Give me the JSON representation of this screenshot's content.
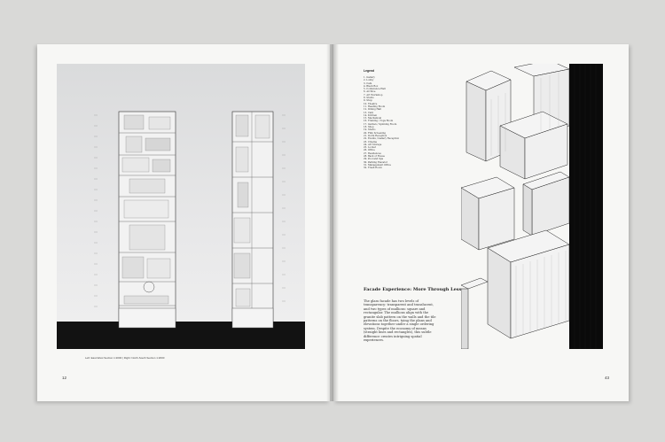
{
  "left_page": {
    "caption": "Left: East-West Section 1:2000 | Right: North-South Section 1:2000",
    "folio": "12"
  },
  "right_page": {
    "legend_title": "Legend",
    "legend_items": [
      "1. Gallery",
      "2. Lobby",
      "3. Café",
      "4. Black Box",
      "5. Conference Hall",
      "6. Archive",
      "7. Art Workshop",
      "8. Studio",
      "9. Shop",
      "10. Theatre",
      "11. Reading Room",
      "12. Dining Hall",
      "13. Café",
      "14. Kitchen",
      "15. Mechanical",
      "16. Training / Yoga Room",
      "17. Garden / Spinning Room",
      "18. Shop",
      "19. Studio",
      "20. Film Screening",
      "21. Dorm Reception",
      "22. Events / Gallery Reception",
      "23. Cinema",
      "24. Art Storage",
      "25. Locker",
      "26. Office",
      "27. Residences",
      "28. Back of House",
      "29. Pool and Spa",
      "30. Parking Elevator",
      "31. Management Office",
      "32. Trash Room"
    ],
    "essay_title": "Facade Experience: More Through Less",
    "essay_body": "The glass facade has two levels of transparency: transparent and translucent, and two types of mullions: square and rectangular. The mullions align with the granite slab pattern on the walls and the tile patterns on the floors, tying the plans and elevations together under a single ordering system. Despite the economy of means (straight lines and rectangles), this subtle difference creates intriguing spatial experiences.",
    "folio": "43"
  },
  "colors": {
    "background": "#d9d9d7",
    "paper": "#f7f7f5",
    "section_gray": "#dadbdc",
    "ink": "#111111"
  }
}
